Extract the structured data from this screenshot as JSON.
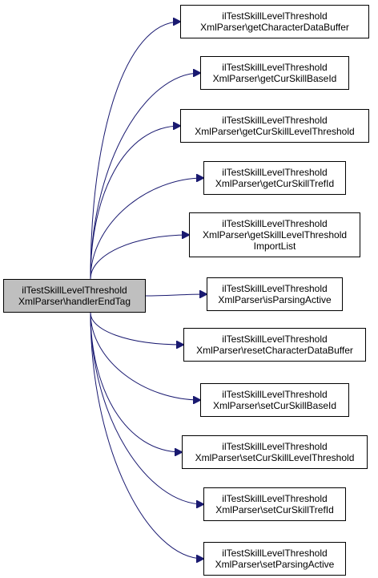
{
  "source": {
    "name": "handler-end-tag",
    "lines": [
      "ilTestSkillLevelThreshold",
      "XmlParser\\handlerEndTag"
    ]
  },
  "edge_color": "#191970",
  "targets": [
    {
      "name": "get-character-data-buffer",
      "lines": [
        "ilTestSkillLevelThreshold",
        "XmlParser\\getCharacterDataBuffer"
      ]
    },
    {
      "name": "get-cur-skill-base-id",
      "lines": [
        "ilTestSkillLevelThreshold",
        "XmlParser\\getCurSkillBaseId"
      ]
    },
    {
      "name": "get-cur-skill-level-threshold",
      "lines": [
        "ilTestSkillLevelThreshold",
        "XmlParser\\getCurSkillLevelThreshold"
      ]
    },
    {
      "name": "get-cur-skill-tref-id",
      "lines": [
        "ilTestSkillLevelThreshold",
        "XmlParser\\getCurSkillTrefId"
      ]
    },
    {
      "name": "get-skill-level-threshold-import-list",
      "lines": [
        "ilTestSkillLevelThreshold",
        "XmlParser\\getSkillLevelThreshold",
        "ImportList"
      ]
    },
    {
      "name": "is-parsing-active",
      "lines": [
        "ilTestSkillLevelThreshold",
        "XmlParser\\isParsingActive"
      ]
    },
    {
      "name": "reset-character-data-buffer",
      "lines": [
        "ilTestSkillLevelThreshold",
        "XmlParser\\resetCharacterDataBuffer"
      ]
    },
    {
      "name": "set-cur-skill-base-id",
      "lines": [
        "ilTestSkillLevelThreshold",
        "XmlParser\\setCurSkillBaseId"
      ]
    },
    {
      "name": "set-cur-skill-level-threshold",
      "lines": [
        "ilTestSkillLevelThreshold",
        "XmlParser\\setCurSkillLevelThreshold"
      ]
    },
    {
      "name": "set-cur-skill-tref-id",
      "lines": [
        "ilTestSkillLevelThreshold",
        "XmlParser\\setCurSkillTrefId"
      ]
    },
    {
      "name": "set-parsing-active",
      "lines": [
        "ilTestSkillLevelThreshold",
        "XmlParser\\setParsingActive"
      ]
    }
  ]
}
